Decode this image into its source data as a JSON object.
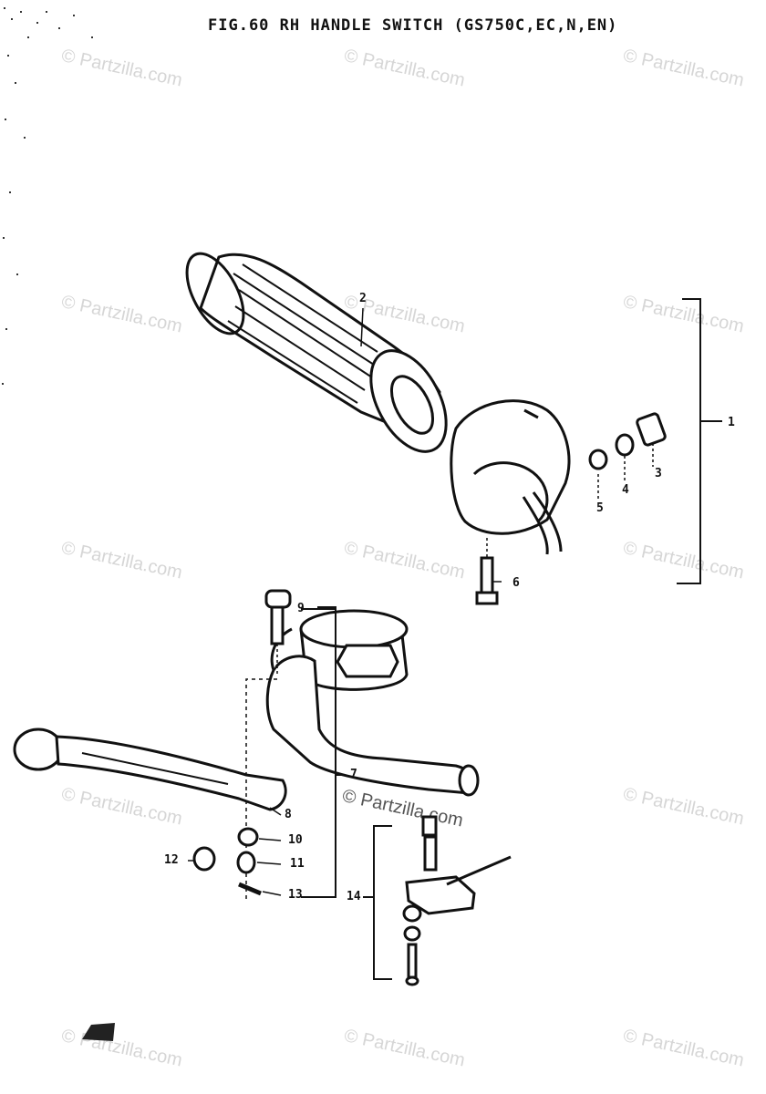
{
  "title": "FIG.60  RH HANDLE SWITCH (GS750C,EC,N,EN)",
  "watermark": "© Partzilla.com",
  "callouts": [
    "1",
    "2",
    "3",
    "4",
    "5",
    "6",
    "7",
    "8",
    "9",
    "10",
    "11",
    "12",
    "13",
    "14"
  ]
}
